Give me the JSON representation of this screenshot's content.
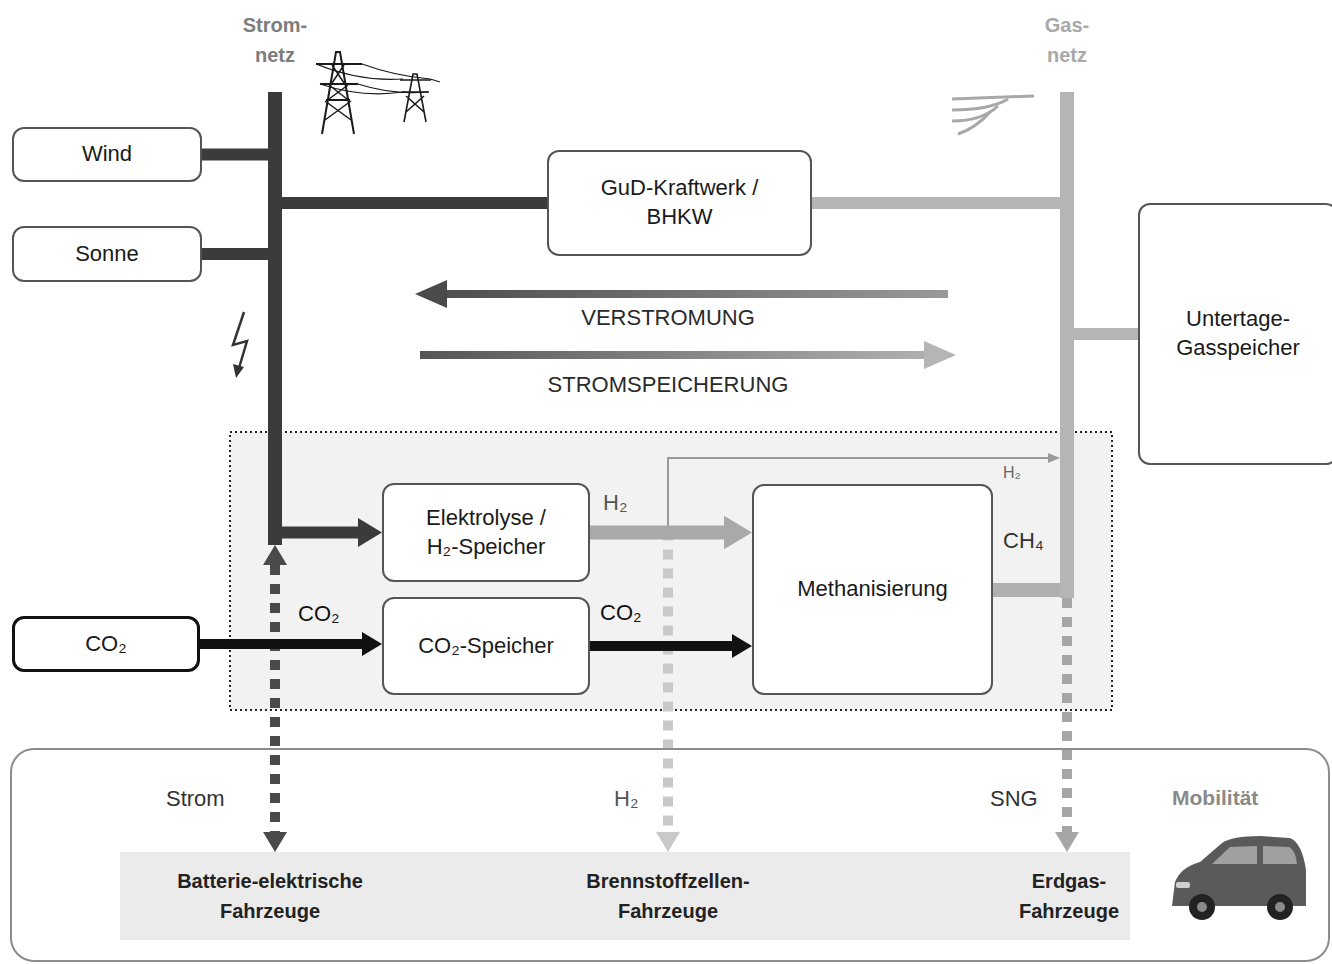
{
  "diagram": {
    "nodes": [
      {
        "text": [
          "Strom- netz"
        ]
      },
      {
        "text": [
          "Gas- netz"
        ]
      },
      {
        "text": [
          "Wind"
        ]
      },
      {
        "text": [
          "GuD-Kraftwerk / BHKW"
        ]
      },
      {
        "text": [
          "Sonne"
        ]
      },
      {
        "text": [
          "Untertage- Gasspeicher"
        ]
      },
      {
        "text": [
          "Elektrolyse / H₂-Speicher"
        ]
      },
      {
        "text": [
          "Methanisierung"
        ]
      },
      {
        "text": [
          "CO₂"
        ]
      },
      {
        "text": [
          "CO₂-Speicher"
        ]
      },
      {
        "text": [
          "Mobilität"
        ]
      },
      {
        "text": [
          "Batterie-elektrische Fahrzeuge"
        ],
        "in": 10
      },
      {
        "text": [
          "Brennstoffzellen- Fahrzeuge"
        ],
        "in": 10
      },
      {
        "text": [
          "Erdgas- Fahrzeuge"
        ],
        "in": 10
      }
    ],
    "edges": [
      {
        "from": 2,
        "to": 0,
        "arrow": "none"
      },
      {
        "from": 4,
        "to": 0,
        "arrow": "none"
      },
      {
        "from": 0,
        "to": 3,
        "arrow": "none"
      },
      {
        "from": 3,
        "to": 1,
        "arrow": "none"
      },
      {
        "from": 1,
        "to": 5,
        "arrow": "none"
      },
      {
        "from": 0,
        "to": 6,
        "arrow": "to"
      },
      {
        "from": 6,
        "to": 7,
        "label": "H₂",
        "arrow": "to"
      },
      {
        "from": 6,
        "to": 1,
        "label": "H₂",
        "arrow": "to"
      },
      {
        "from": 8,
        "to": 9,
        "label": "CO₂",
        "arrow": "to"
      },
      {
        "from": 9,
        "to": 7,
        "label": "CO₂",
        "arrow": "to"
      },
      {
        "from": 7,
        "to": 1,
        "label": "CH₄",
        "arrow": "none"
      },
      {
        "from": 0,
        "to": 11,
        "label": "Strom",
        "arrow": "both"
      },
      {
        "from": 6,
        "to": 12,
        "label": "H₂",
        "arrow": "to"
      },
      {
        "from": 1,
        "to": 13,
        "label": "SNG",
        "arrow": "to"
      }
    ],
    "labels": [
      "VERSTROMUNG",
      "STROMSPEICHERUNG"
    ]
  }
}
